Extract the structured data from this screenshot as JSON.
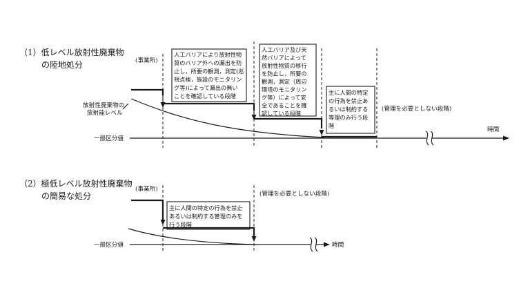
{
  "section1": {
    "heading_line1": "（1）低レベル放射性廃棄物",
    "heading_line2": "の陸地処分",
    "site_label": "(事業所)",
    "level_label_line1": "放射性廃棄物の",
    "level_label_line2": "放射能レベル",
    "baseline_label": "一般区分値",
    "time_label": "時間",
    "stage1_lines": [
      "人工バリアにより放射性物",
      "質のバリア外への漏出を防",
      "止し，所要の観測，測定(巡",
      "視点検，施設のモニタリン",
      "グ等)によって漏出の無い",
      "ことを確認している段階"
    ],
    "stage2_lines": [
      "人工バリア及び天",
      "然バリアによって",
      "放射性物質の移行",
      "を防止し，所要の",
      "観測，測定（周辺",
      "環境のモニタリン",
      "グ等）によって安",
      "全であることを確",
      "認している段階"
    ],
    "stage3_lines": [
      "主に人間の特定",
      "の行為を禁止あ",
      "るいは制約する",
      "等理のみ行う段",
      "階"
    ],
    "no_mgmt_label": "(管理を必要としない段階)"
  },
  "section2": {
    "heading_line1": "（2）極低レベル放射性廃棄物",
    "heading_line2": "の簡易な処分",
    "site_label": "(事業所)",
    "baseline_label": "一般区分値",
    "time_label": "時間",
    "stage1_lines": [
      "主に人間の特定の行為を禁止",
      "あるいは制約する管理のみを",
      "行う段階"
    ],
    "no_mgmt_label": "(管理を必要としない段階)"
  }
}
